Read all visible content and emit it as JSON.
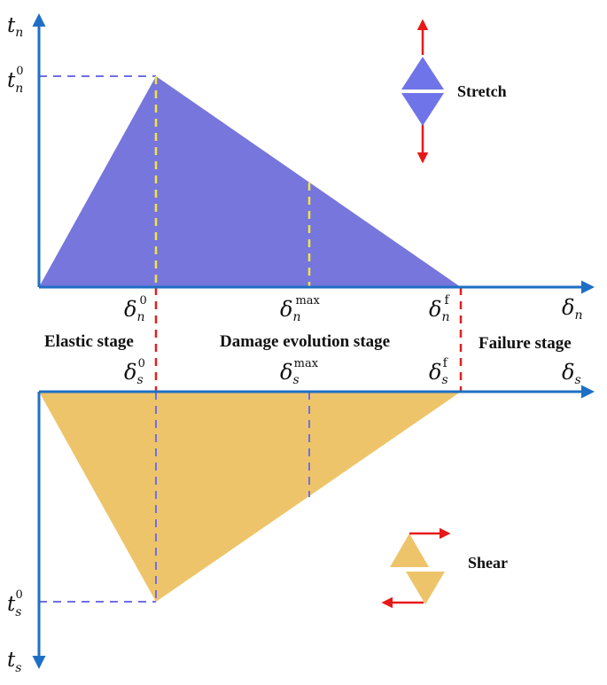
{
  "colors": {
    "axis": "#1f6fc5",
    "stretch_fill": "#7676dc",
    "shear_fill": "#eec46a",
    "dash_blue": "#6f6fe6",
    "dash_yellow": "#f2e63a",
    "dash_red": "#e02020",
    "arrow_red": "#e81818",
    "diamond_blue": "#6f74e8",
    "diamond_line": "#ffffff"
  },
  "stretch_axes": {
    "y_base": "t",
    "y_sub": "n",
    "peak_base": "t",
    "peak_sub": "n",
    "peak_sup": "0",
    "x_base": "δ",
    "x_sub": "n"
  },
  "shear_axes": {
    "y_base": "t",
    "y_sub": "s",
    "peak_base": "t",
    "peak_sub": "s",
    "peak_sup": "0",
    "x_base": "δ",
    "x_sub": "s"
  },
  "ticks_n": [
    {
      "base": "δ",
      "sub": "n",
      "sup": "0"
    },
    {
      "base": "δ",
      "sub": "n",
      "sup": "max"
    },
    {
      "base": "δ",
      "sub": "n",
      "sup": "f"
    }
  ],
  "ticks_s": [
    {
      "base": "δ",
      "sub": "s",
      "sup": "0"
    },
    {
      "base": "δ",
      "sub": "s",
      "sup": "max"
    },
    {
      "base": "δ",
      "sub": "s",
      "sup": "f"
    }
  ],
  "stages": {
    "elastic": "Elastic stage",
    "damage": "Damage evolution stage",
    "failure": "Failure stage"
  },
  "legend": {
    "stretch": "Stretch",
    "shear": "Shear"
  }
}
